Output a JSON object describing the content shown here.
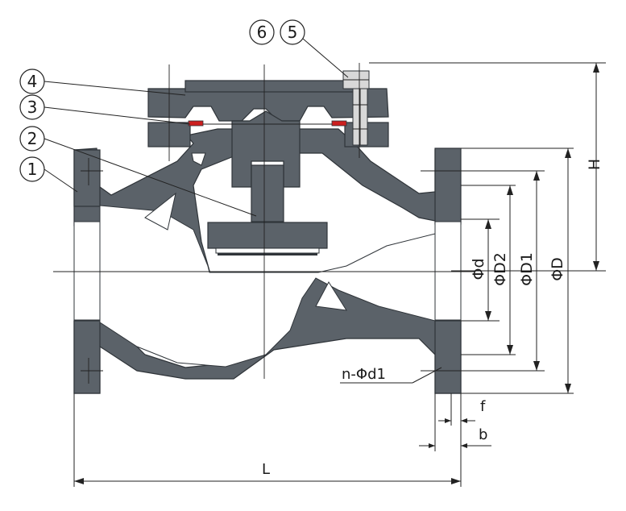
{
  "callouts": [
    {
      "id": "6",
      "label": "6"
    },
    {
      "id": "5",
      "label": "5"
    },
    {
      "id": "4",
      "label": "4"
    },
    {
      "id": "3",
      "label": "3"
    },
    {
      "id": "2",
      "label": "2"
    },
    {
      "id": "1",
      "label": "1"
    }
  ],
  "dimensions": {
    "H": "H",
    "phi_d": "Φd",
    "phi_D2": "ΦD2",
    "phi_D1": "ΦD1",
    "phi_D": "ΦD",
    "n_phi_d1": "n-Φd1",
    "f": "f",
    "b": "b",
    "L": "L"
  },
  "colors": {
    "body": "#5b6269",
    "outline": "#2f3439",
    "gasket": "#cc1f1f",
    "bolt": "#d8d8d8"
  }
}
